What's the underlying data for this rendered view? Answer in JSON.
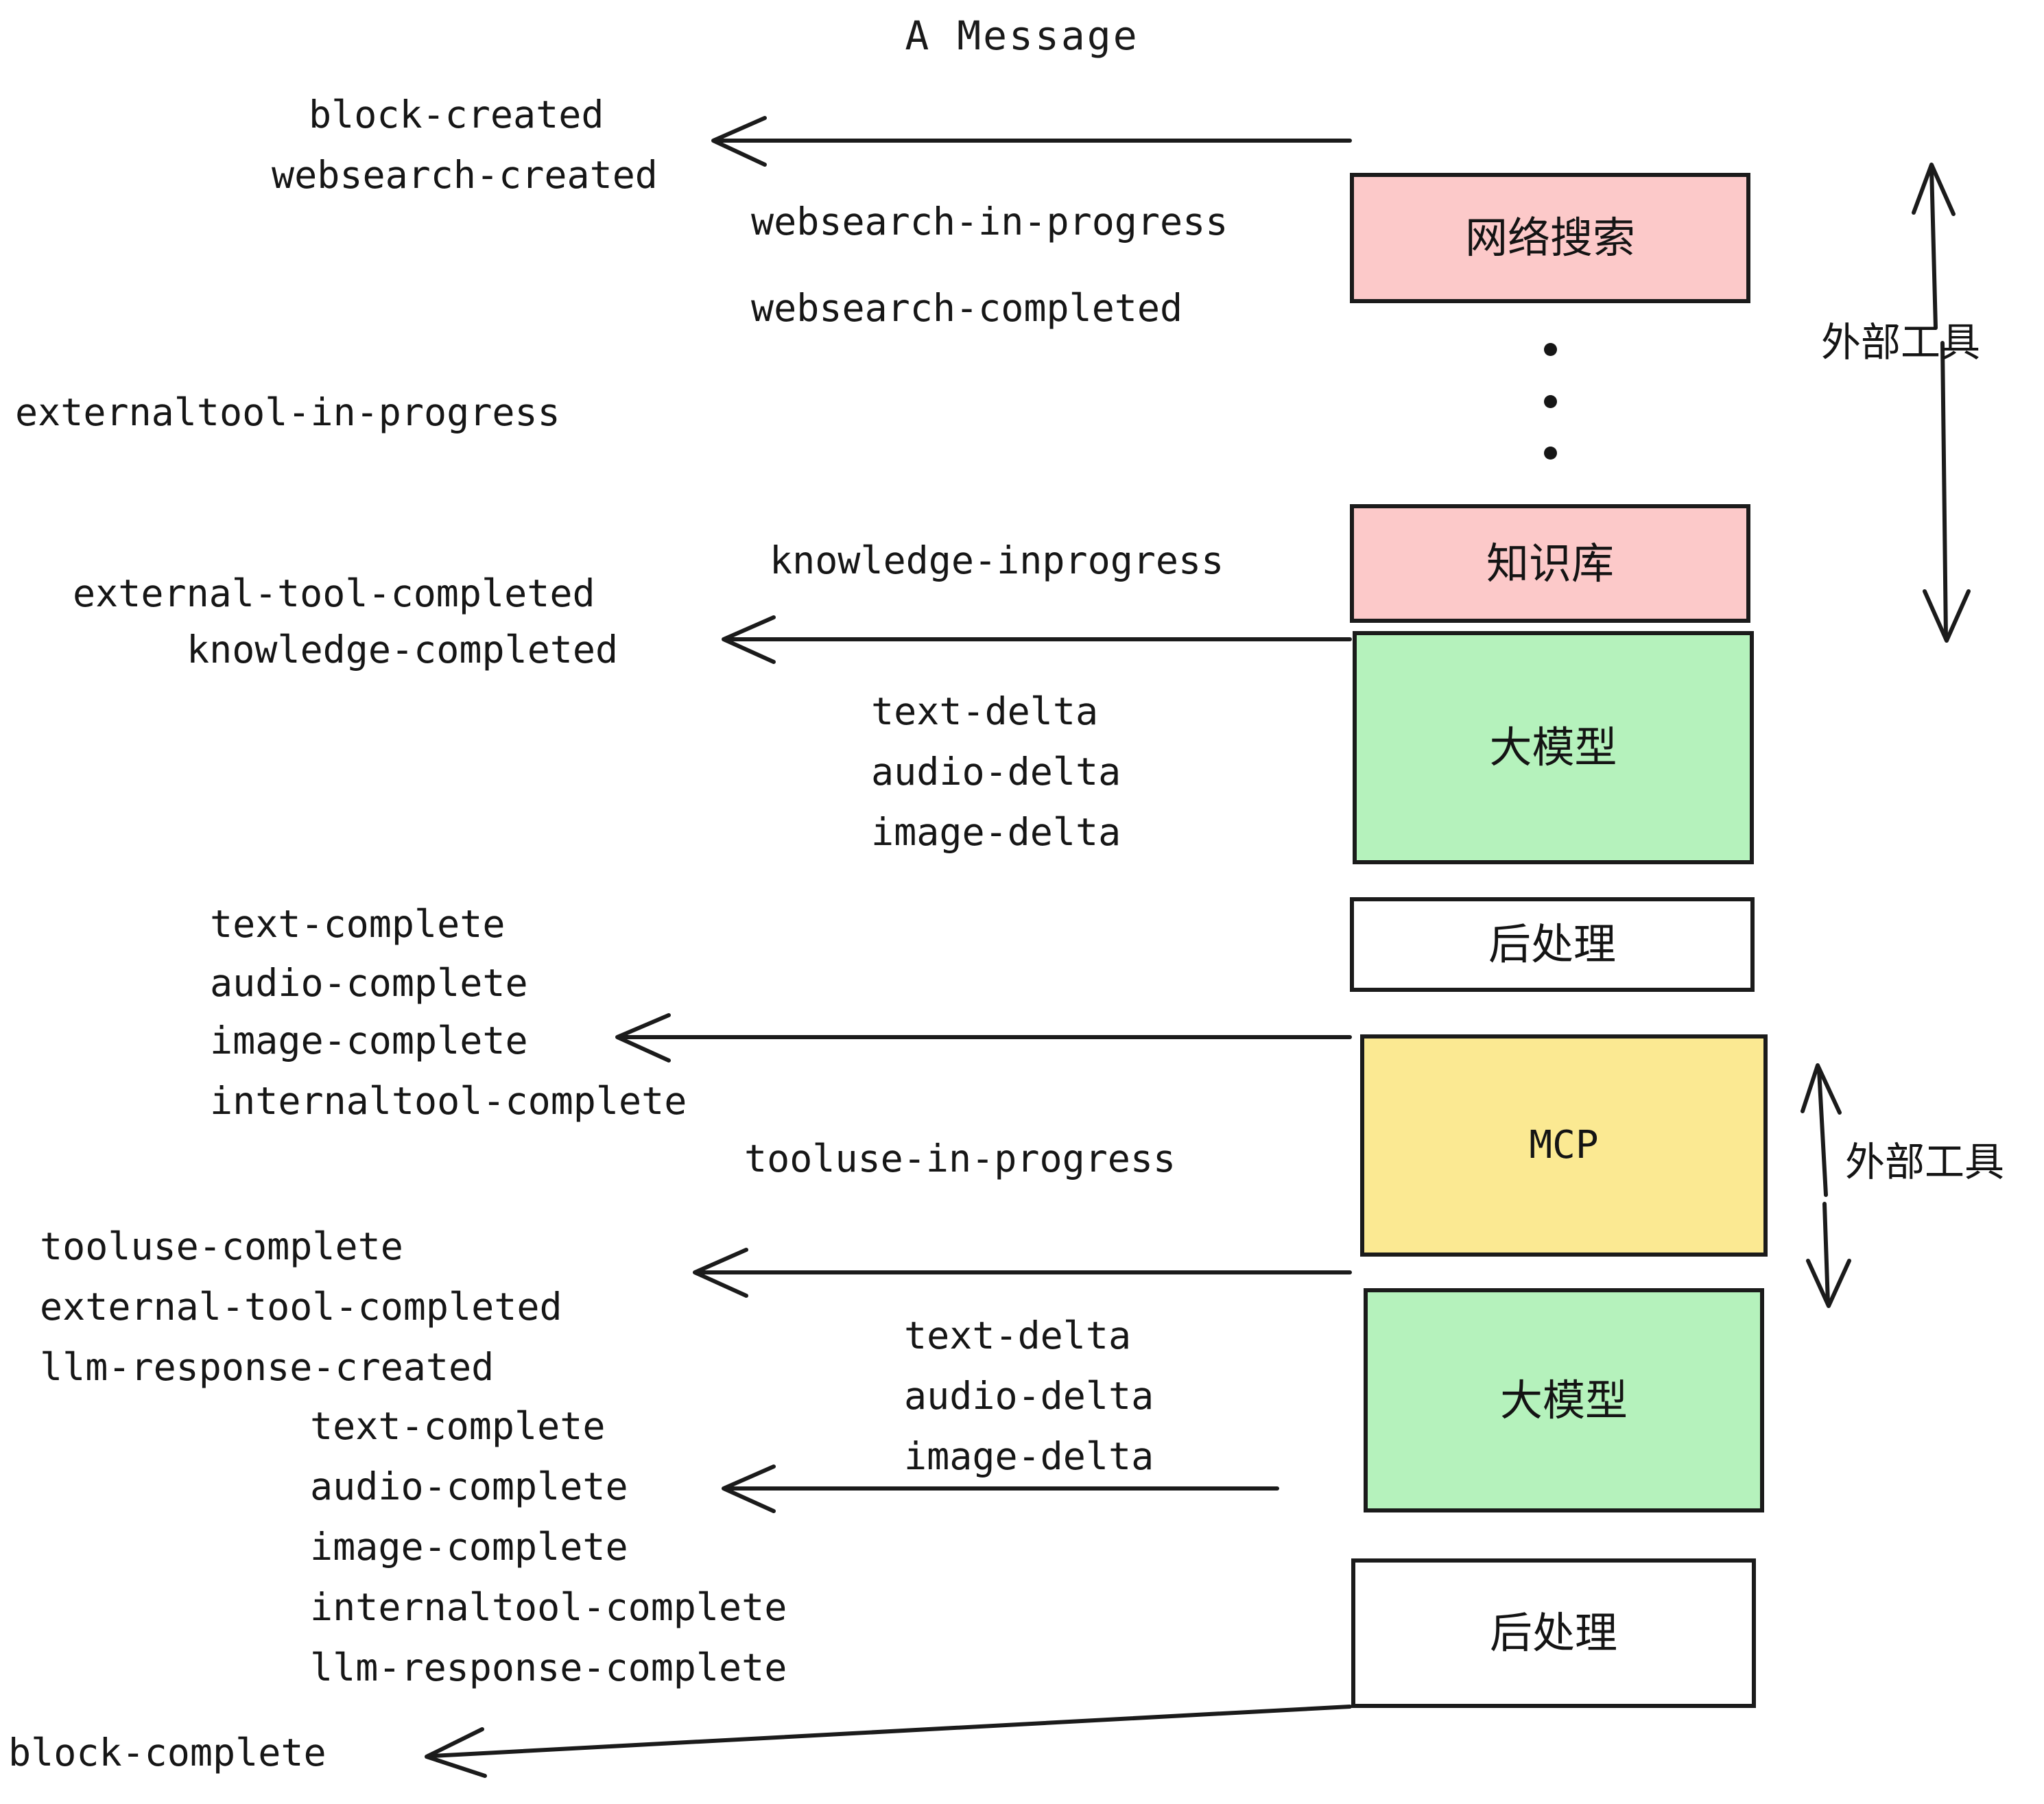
{
  "title": "A Message",
  "colors": {
    "pink": "#FCC9C9",
    "green": "#B5F2BC",
    "yellow": "#FBE992",
    "white": "#FFFFFF",
    "stroke": "#1B1B1B",
    "text": "#161616"
  },
  "nodes": [
    {
      "id": "websearch",
      "label": "网络搜索",
      "fill": "#FCC9C9",
      "script": "cjk"
    },
    {
      "id": "knowledge-base",
      "label": "知识库",
      "fill": "#FCC9C9",
      "script": "cjk"
    },
    {
      "id": "llm-top",
      "label": "大模型",
      "fill": "#B5F2BC",
      "script": "cjk"
    },
    {
      "id": "postprocess-top",
      "label": "后处理",
      "fill": "#FFFFFF",
      "script": "cjk"
    },
    {
      "id": "mcp",
      "label": "MCP",
      "fill": "#FBE992",
      "script": "latin"
    },
    {
      "id": "llm-bottom",
      "label": "大模型",
      "fill": "#B5F2BC",
      "script": "cjk"
    },
    {
      "id": "postprocess-bottom",
      "label": "后处理",
      "fill": "#FFFFFF",
      "script": "cjk"
    }
  ],
  "side_labels": [
    {
      "id": "external-tools-top",
      "label": "外部工具"
    },
    {
      "id": "external-tools-bottom",
      "label": "外部工具"
    }
  ],
  "events": {
    "block_created": "block-created",
    "websearch_created": "websearch-created",
    "websearch_in_progress": "websearch-in-progress",
    "websearch_completed": "websearch-completed",
    "externaltool_in_progress": "externaltool-in-progress",
    "knowledge_inprogress": "knowledge-inprogress",
    "external_tool_completed_1": "external-tool-completed",
    "knowledge_completed": "knowledge-completed",
    "text_delta_1": "text-delta",
    "audio_delta_1": "audio-delta",
    "image_delta_1": "image-delta",
    "text_complete_1": "text-complete",
    "audio_complete_1": "audio-complete",
    "image_complete_1": "image-complete",
    "internaltool_complete_1": "internaltool-complete",
    "tooluse_in_progress": "tooluse-in-progress",
    "tooluse_complete": "tooluse-complete",
    "external_tool_completed_2": "external-tool-completed",
    "llm_response_created": "llm-response-created",
    "text_delta_2": "text-delta",
    "audio_delta_2": "audio-delta",
    "image_delta_2": "image-delta",
    "text_complete_2": "text-complete",
    "audio_complete_2": "audio-complete",
    "image_complete_2": "image-complete",
    "internaltool_complete_2": "internaltool-complete",
    "llm_response_complete": "llm-response-complete",
    "block_complete": "block-complete"
  },
  "ellipsis": "•••"
}
